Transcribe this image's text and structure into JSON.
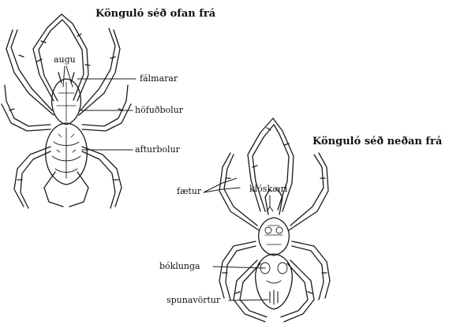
{
  "titles": {
    "top_view": "Könguló séð ofan frá",
    "bottom_view": "Könguló séð neðan frá"
  },
  "labels": {
    "augu": "augu",
    "falmarar": "fálmarar",
    "hofudbolur": "höfuðbolur",
    "afturbolur": "afturbolur",
    "faetur": "fætur",
    "kloskaeri": "klóskæri",
    "boklunga": "bóklunga",
    "spunavortur": "spunavörtur"
  }
}
